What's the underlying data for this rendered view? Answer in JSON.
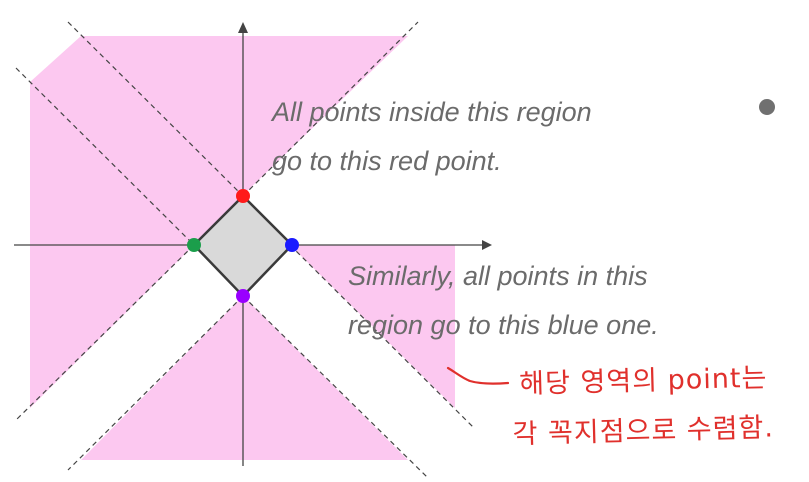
{
  "annotations": {
    "red_region_text": [
      "All points inside this region",
      "go to this red point."
    ],
    "blue_region_text": [
      "Similarly, all points in this",
      "region go to this blue one."
    ],
    "handwritten_note": [
      "해당 영역의 point는",
      "각 꼭지점으로 수렴함."
    ]
  },
  "colors": {
    "region_fill": "#fcc8f0",
    "diamond_fill": "#d9d9d9",
    "diamond_stroke": "#3a3a3a",
    "axis": "#444444",
    "dashed_line": "#444444",
    "caption_text": "#6b6b6b",
    "handwriting": "#e0302c",
    "bullet": "#707070"
  },
  "points": [
    {
      "name": "top",
      "color": "#ff1a1a"
    },
    {
      "name": "right",
      "color": "#1a1aff"
    },
    {
      "name": "bottom",
      "color": "#9900ff"
    },
    {
      "name": "left",
      "color": "#1b9e4b"
    }
  ]
}
